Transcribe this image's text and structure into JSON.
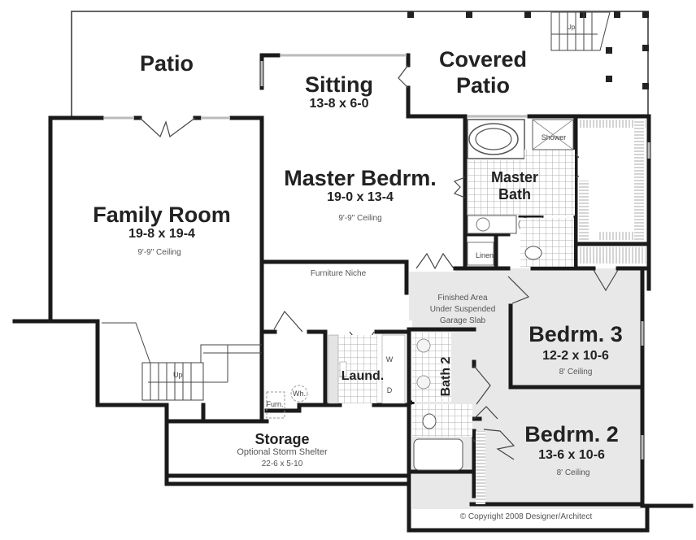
{
  "plan": {
    "type": "floor-plan",
    "level": "basement",
    "rooms": [
      {
        "id": "patio",
        "name": "Patio"
      },
      {
        "id": "covered-patio",
        "name_line1": "Covered",
        "name_line2": "Patio"
      },
      {
        "id": "sitting",
        "name": "Sitting",
        "dims": "13-8 x 6-0"
      },
      {
        "id": "master-bedroom",
        "name": "Master Bedrm.",
        "dims": "19-0 x 13-4",
        "ceiling": "9'-9\" Ceiling"
      },
      {
        "id": "family-room",
        "name": "Family Room",
        "dims": "19-8 x 19-4",
        "ceiling": "9'-9\" Ceiling"
      },
      {
        "id": "master-bath",
        "name_line1": "Master",
        "name_line2": "Bath"
      },
      {
        "id": "shower",
        "name": "Shower"
      },
      {
        "id": "linen",
        "name": "Linen"
      },
      {
        "id": "furniture-niche",
        "name": "Furniture Niche"
      },
      {
        "id": "finished-area",
        "line1": "Finished Area",
        "line2": "Under Suspended",
        "line3": "Garage Slab"
      },
      {
        "id": "bedroom-3",
        "name": "Bedrm. 3",
        "dims": "12-2 x 10-6",
        "ceiling": "8' Ceiling"
      },
      {
        "id": "bedroom-2",
        "name": "Bedrm. 2",
        "dims": "13-6 x 10-6",
        "ceiling": "8' Ceiling"
      },
      {
        "id": "bath-2",
        "name": "Bath 2"
      },
      {
        "id": "laundry",
        "name": "Laund.",
        "washer": "W",
        "dryer": "D"
      },
      {
        "id": "storage",
        "name": "Storage",
        "subtitle": "Optional Storm Shelter",
        "dims": "22-6 x 5-10"
      },
      {
        "id": "mechanical",
        "furnace": "Furn.",
        "water_heater": "Wh."
      }
    ],
    "stairs": [
      {
        "id": "stair-main",
        "label": "Up"
      },
      {
        "id": "stair-patio",
        "label": "Up"
      }
    ],
    "copyright": "© Copyright 2008 Designer/Architect",
    "colors": {
      "wall": "#1a1a1a",
      "thin": "#555555",
      "shaded": "#e6e6e6",
      "background": "#ffffff"
    }
  }
}
